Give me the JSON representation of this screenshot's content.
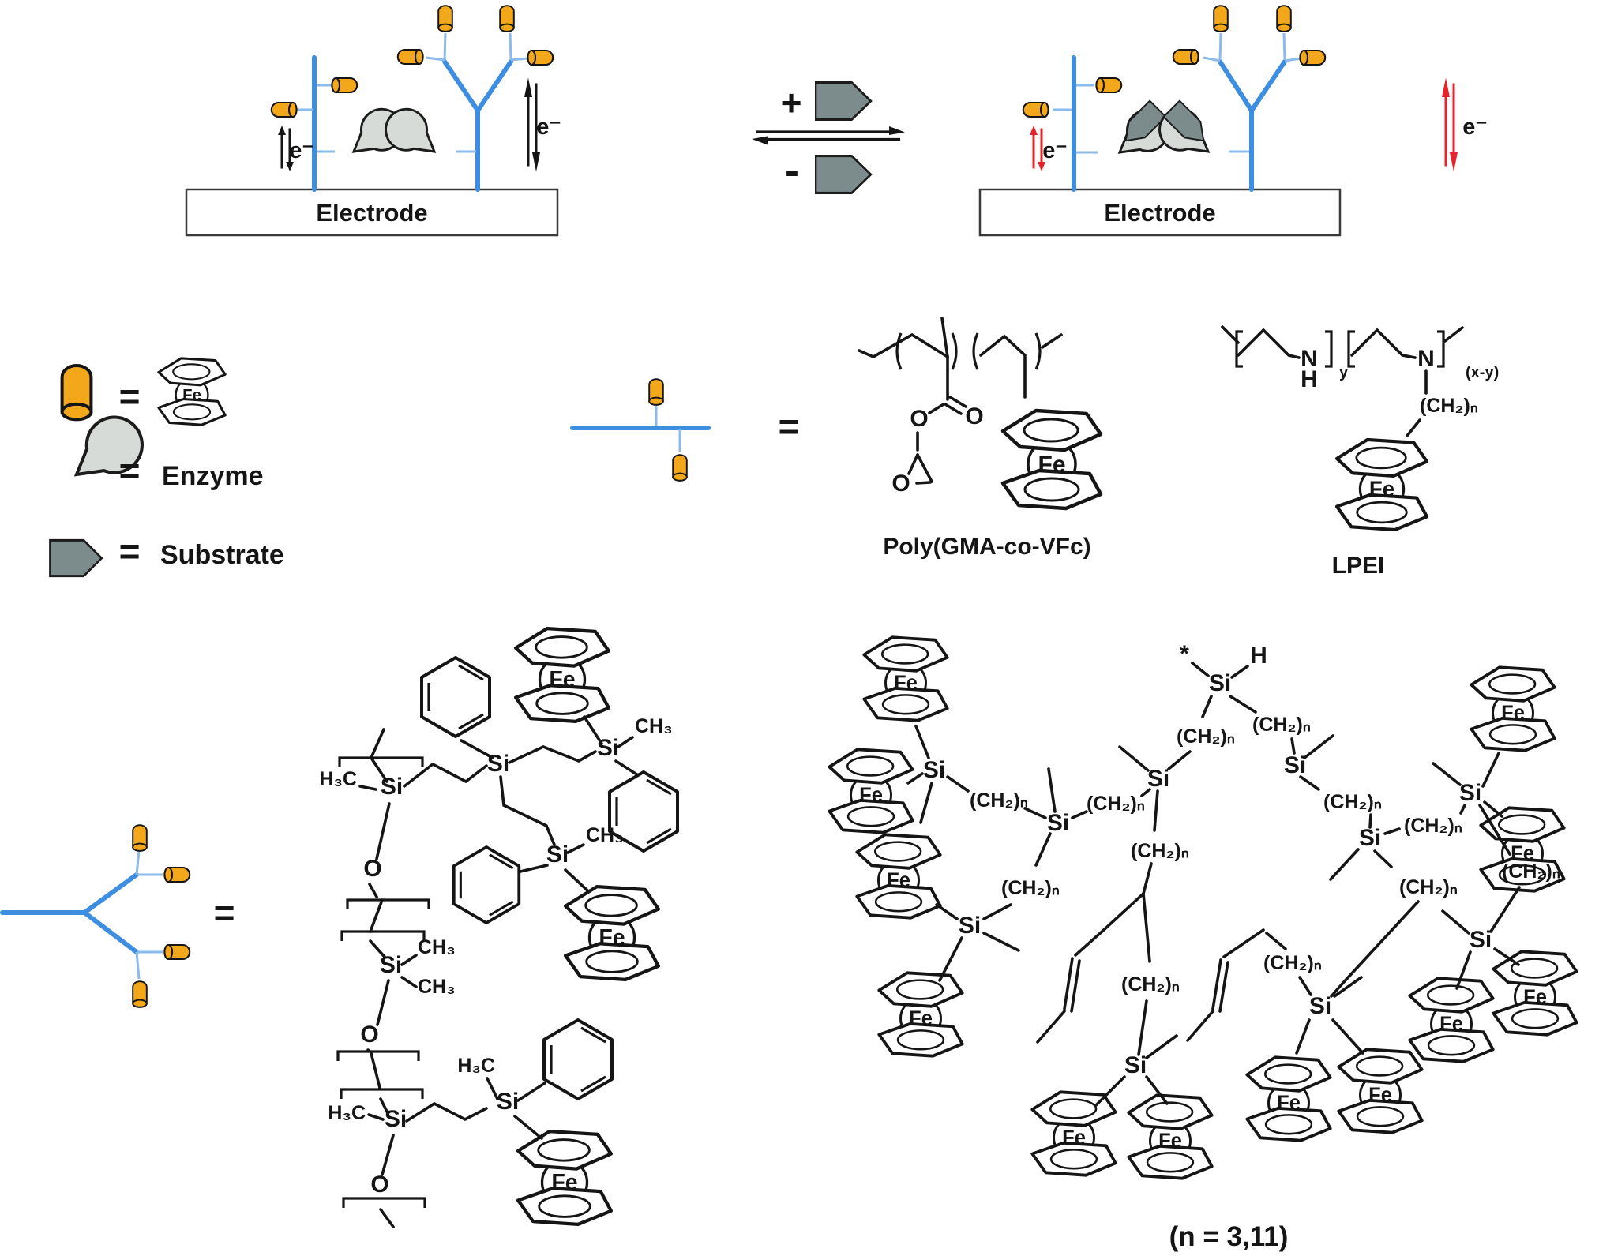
{
  "colors": {
    "polymer_blue": "#3D8EE0",
    "connector_blue": "#8ABBEA",
    "ferrocene_orange": "#F3A71A",
    "enzyme_gray": "#D7DBD7",
    "substrate_gray": "#7C8C8C",
    "electron_red": "#E3242B",
    "line_black": "#151515"
  },
  "scheme": {
    "electrode": "Electrode",
    "electron": "e⁻",
    "plus": "+",
    "minus": "-"
  },
  "legend": {
    "equals": "=",
    "enzyme": "Enzyme",
    "substrate": "Substrate"
  },
  "mapping": {
    "equals": "="
  },
  "structures": {
    "poly_title": "Poly(GMA-co-VFc)",
    "lpei_title": "LPEI",
    "footnote": "(n = 3,11)"
  },
  "chem": {
    "si": "Si",
    "fe": "Fe",
    "o": "O",
    "n": "N",
    "h": "H",
    "star": "*",
    "sub_y": "y",
    "sub_xy": "(x-y)",
    "ch2n": "(CH₂)ₙ",
    "ch3": "CH₃",
    "h3c": "H₃C"
  }
}
